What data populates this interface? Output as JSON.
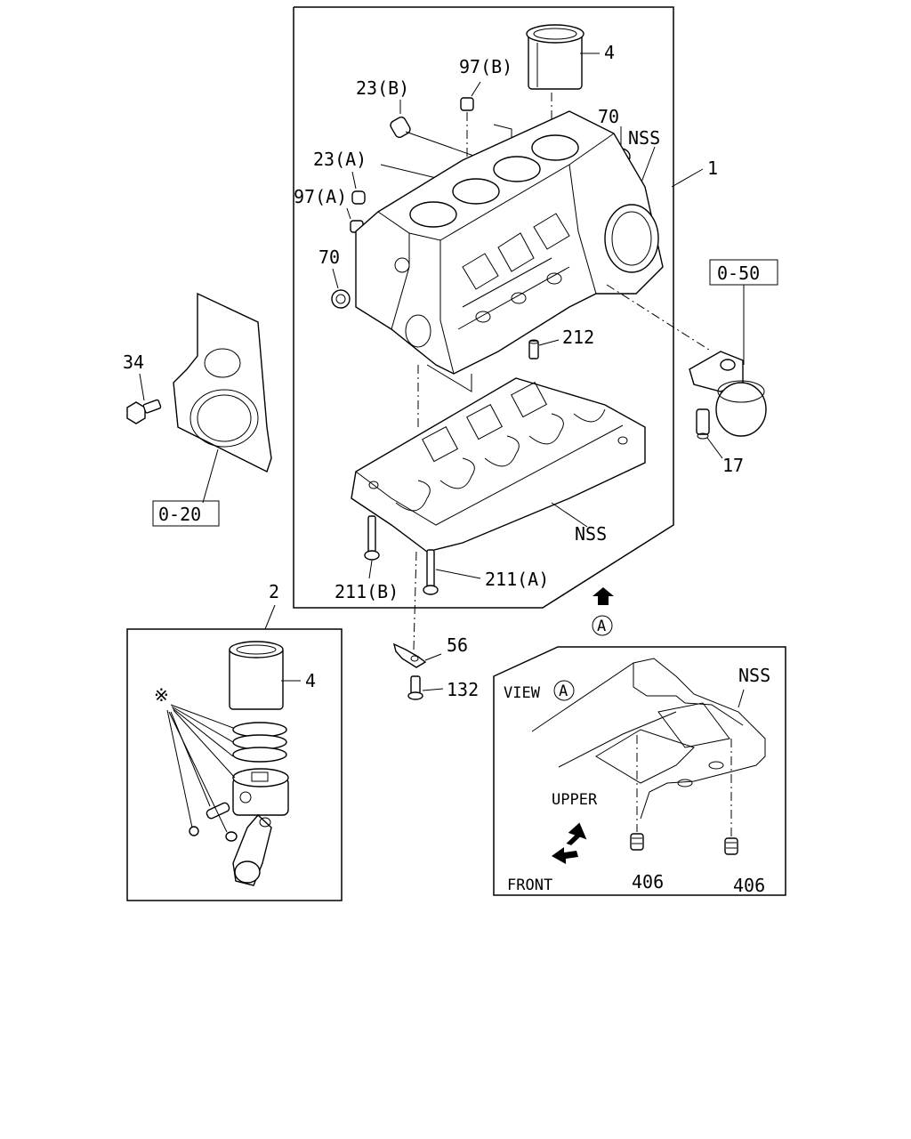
{
  "diagram": {
    "labels": {
      "cylinder_block": "1",
      "piston_set": "2",
      "liner_top": "4",
      "liner_kit": "4",
      "plug_97b": "97(B)",
      "plug_23b": "23(B)",
      "plug_23a": "23(A)",
      "plug_97a": "97(A)",
      "plug_70_left": "70",
      "plug_70_right": "70",
      "nss_top": "NSS",
      "nss_lower": "NSS",
      "nss_view": "NSS",
      "ref_050": "0-50",
      "ref_020": "0-20",
      "bolt_34": "34",
      "sensor_17": "17",
      "dowel_212": "212",
      "bolt_211a": "211(A)",
      "bolt_211b": "211(B)",
      "bracket_56": "56",
      "bolt_132": "132",
      "view_title": "VIEW",
      "view_marker": "A",
      "arrow_marker": "A",
      "upper": "UPPER",
      "front": "FRONT",
      "plug_406_left": "406",
      "plug_406_right": "406",
      "asterisk": "※"
    }
  }
}
